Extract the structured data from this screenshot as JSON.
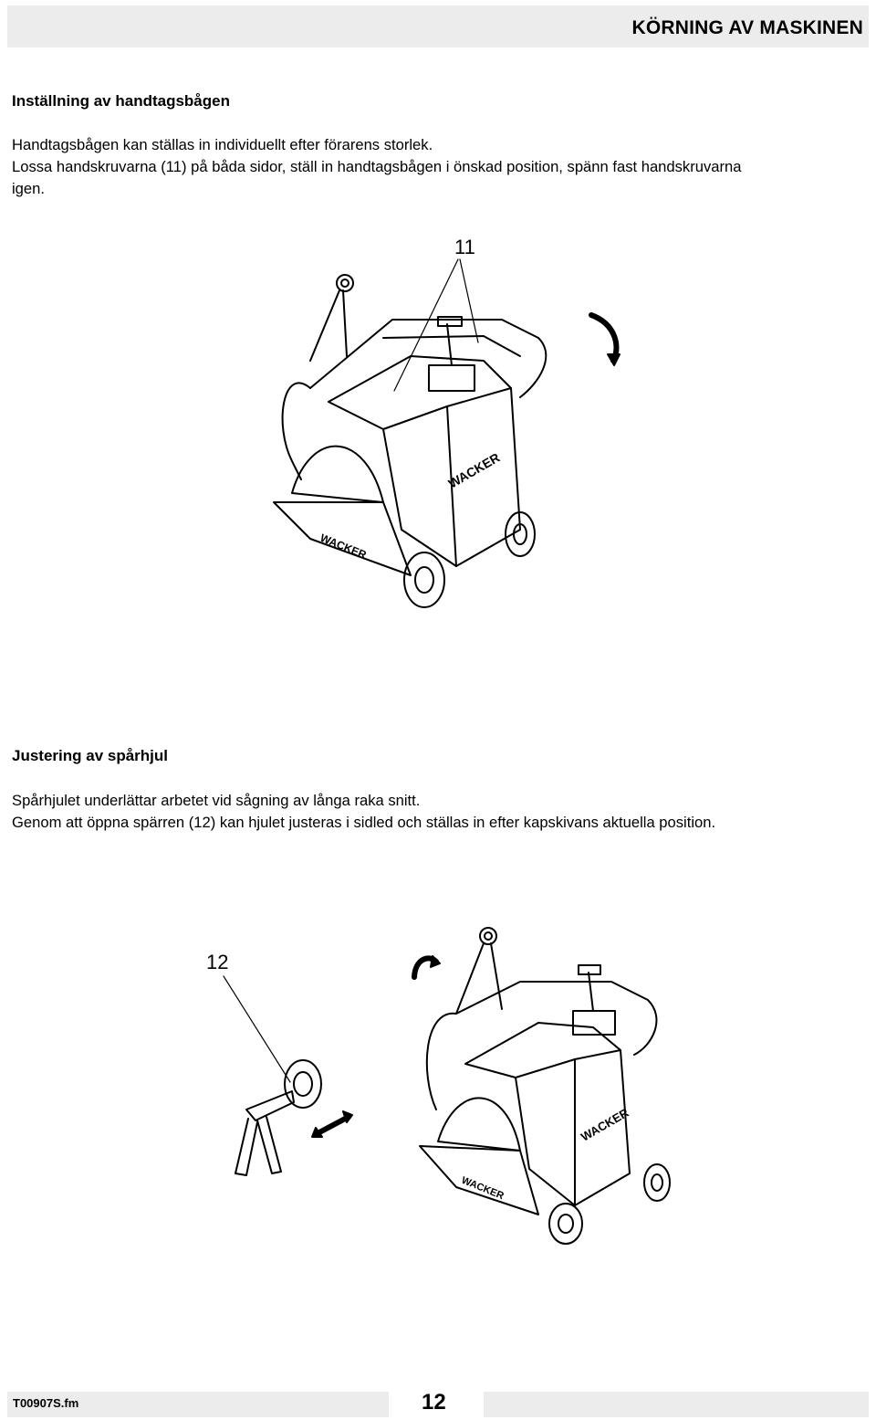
{
  "header": {
    "title": "KÖRNING AV MASKINEN"
  },
  "section1": {
    "heading": "Inställning av handtagsbågen",
    "lines": [
      "Handtagsbågen kan ställas in individuellt efter förarens storlek.",
      "Lossa handskruvarna (11) på båda sidor, ställ in handtagsbågen i önskad position, spänn fast handskruvarna",
      "igen."
    ],
    "figure": {
      "callout": "11",
      "brand_labels": [
        "WACKER",
        "WACKER"
      ]
    }
  },
  "section2": {
    "heading": "Justering av spårhjul",
    "lines": [
      "Spårhjulet underlättar arbetet vid sågning av långa raka snitt.",
      "Genom att öppna spärren (12) kan hjulet justeras i sidled och ställas in efter kapskivans aktuella position."
    ],
    "figure": {
      "callout": "12",
      "brand_labels": [
        "WACKER",
        "WACKER"
      ]
    }
  },
  "footer": {
    "file": "T00907S.fm",
    "page": "12"
  }
}
